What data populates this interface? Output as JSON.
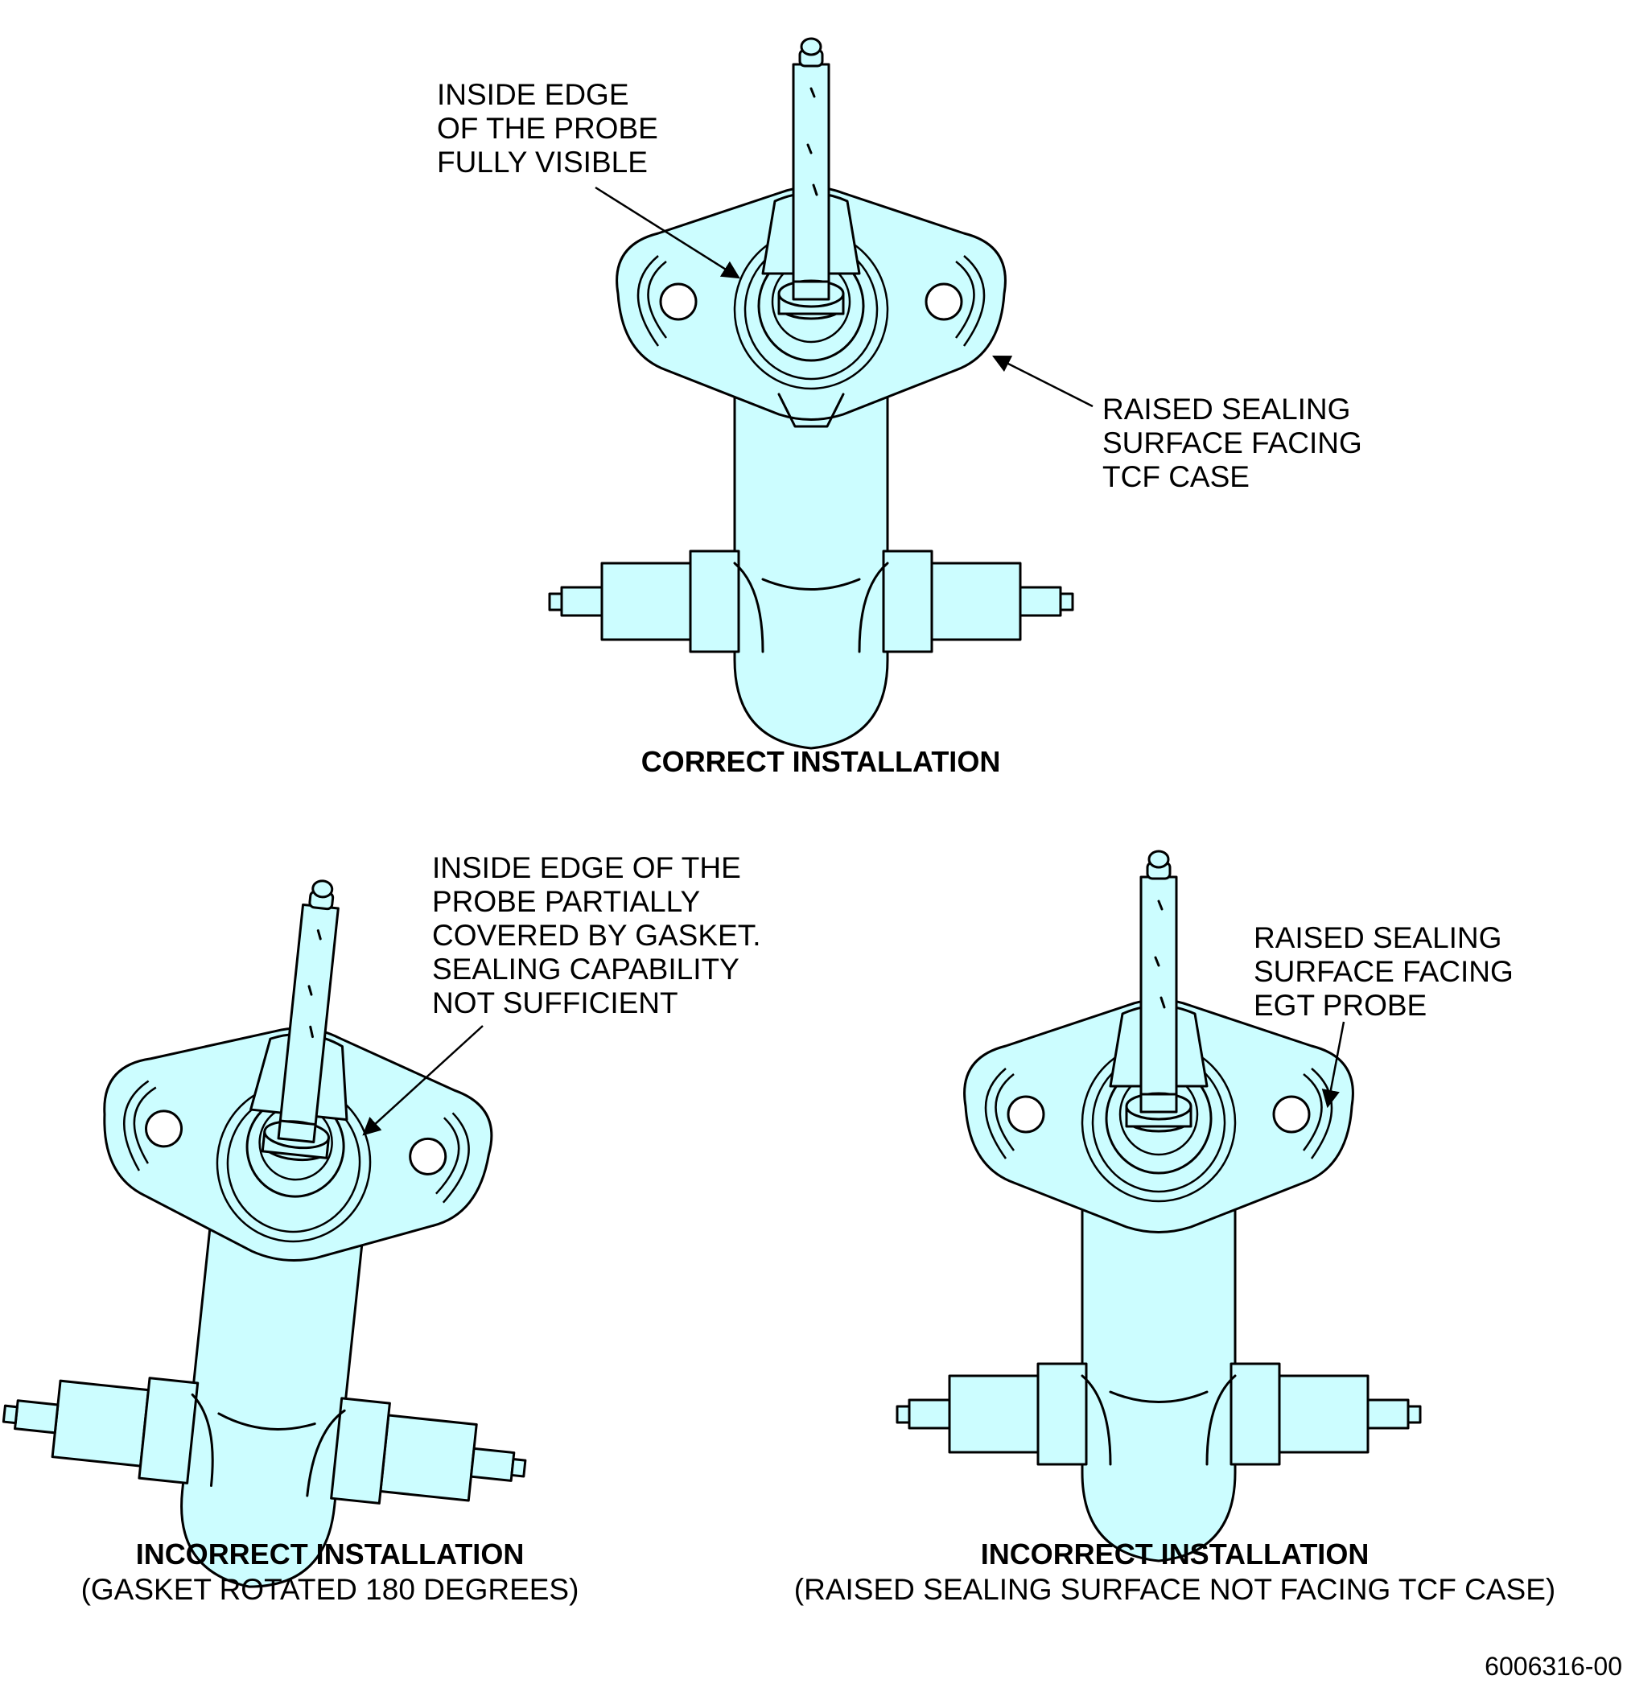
{
  "callouts": {
    "correct_inside_edge": [
      "INSIDE EDGE",
      "OF THE PROBE",
      "FULLY VISIBLE"
    ],
    "correct_raised_surface": [
      "RAISED SEALING",
      "SURFACE FACING",
      "TCF CASE"
    ],
    "gasket_rotated_note": [
      "INSIDE EDGE OF THE",
      "PROBE PARTIALLY",
      "COVERED BY GASKET.",
      "SEALING CAPABILITY",
      "NOT SUFFICIENT"
    ],
    "raised_surface_egt": [
      "RAISED SEALING",
      "SURFACE FACING",
      "EGT PROBE"
    ]
  },
  "captions": {
    "correct": {
      "title": "CORRECT INSTALLATION"
    },
    "incorrect_rotated": {
      "title": "INCORRECT INSTALLATION",
      "subtitle": "(GASKET ROTATED 180 DEGREES)"
    },
    "incorrect_facing": {
      "title": "INCORRECT INSTALLATION",
      "subtitle": "(RAISED SEALING SURFACE NOT FACING TCF CASE)"
    }
  },
  "figure_number": "6006316-00",
  "colors": {
    "part_fill": "#ccfdff",
    "outline": "#000000"
  }
}
